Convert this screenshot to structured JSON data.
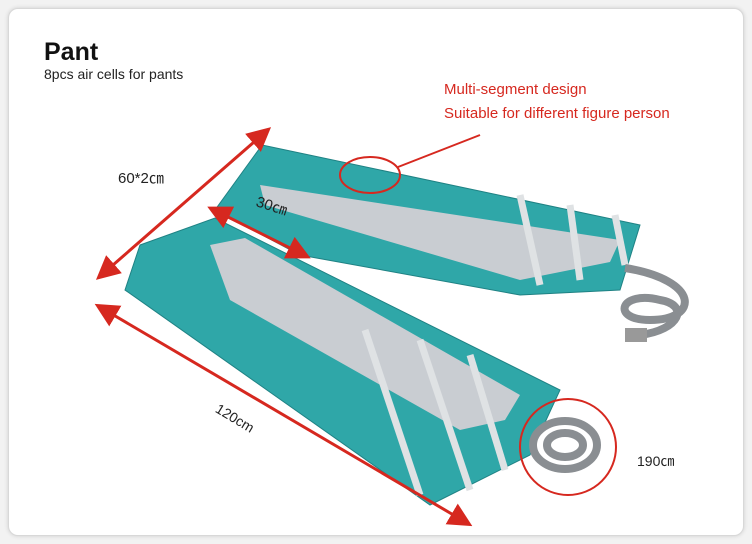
{
  "header": {
    "title": "Pant",
    "subtitle": "8pcs air cells for pants"
  },
  "callout": {
    "line1": "Multi-segment design",
    "line2": "Suitable for different figure person"
  },
  "dimensions": {
    "width": "60*2㎝",
    "thigh": "30㎝",
    "length": "120cm",
    "hose": "190㎝"
  },
  "colors": {
    "accent": "#d6281f",
    "teal": "#2fa7a8",
    "silver": "#c9cdd2"
  }
}
